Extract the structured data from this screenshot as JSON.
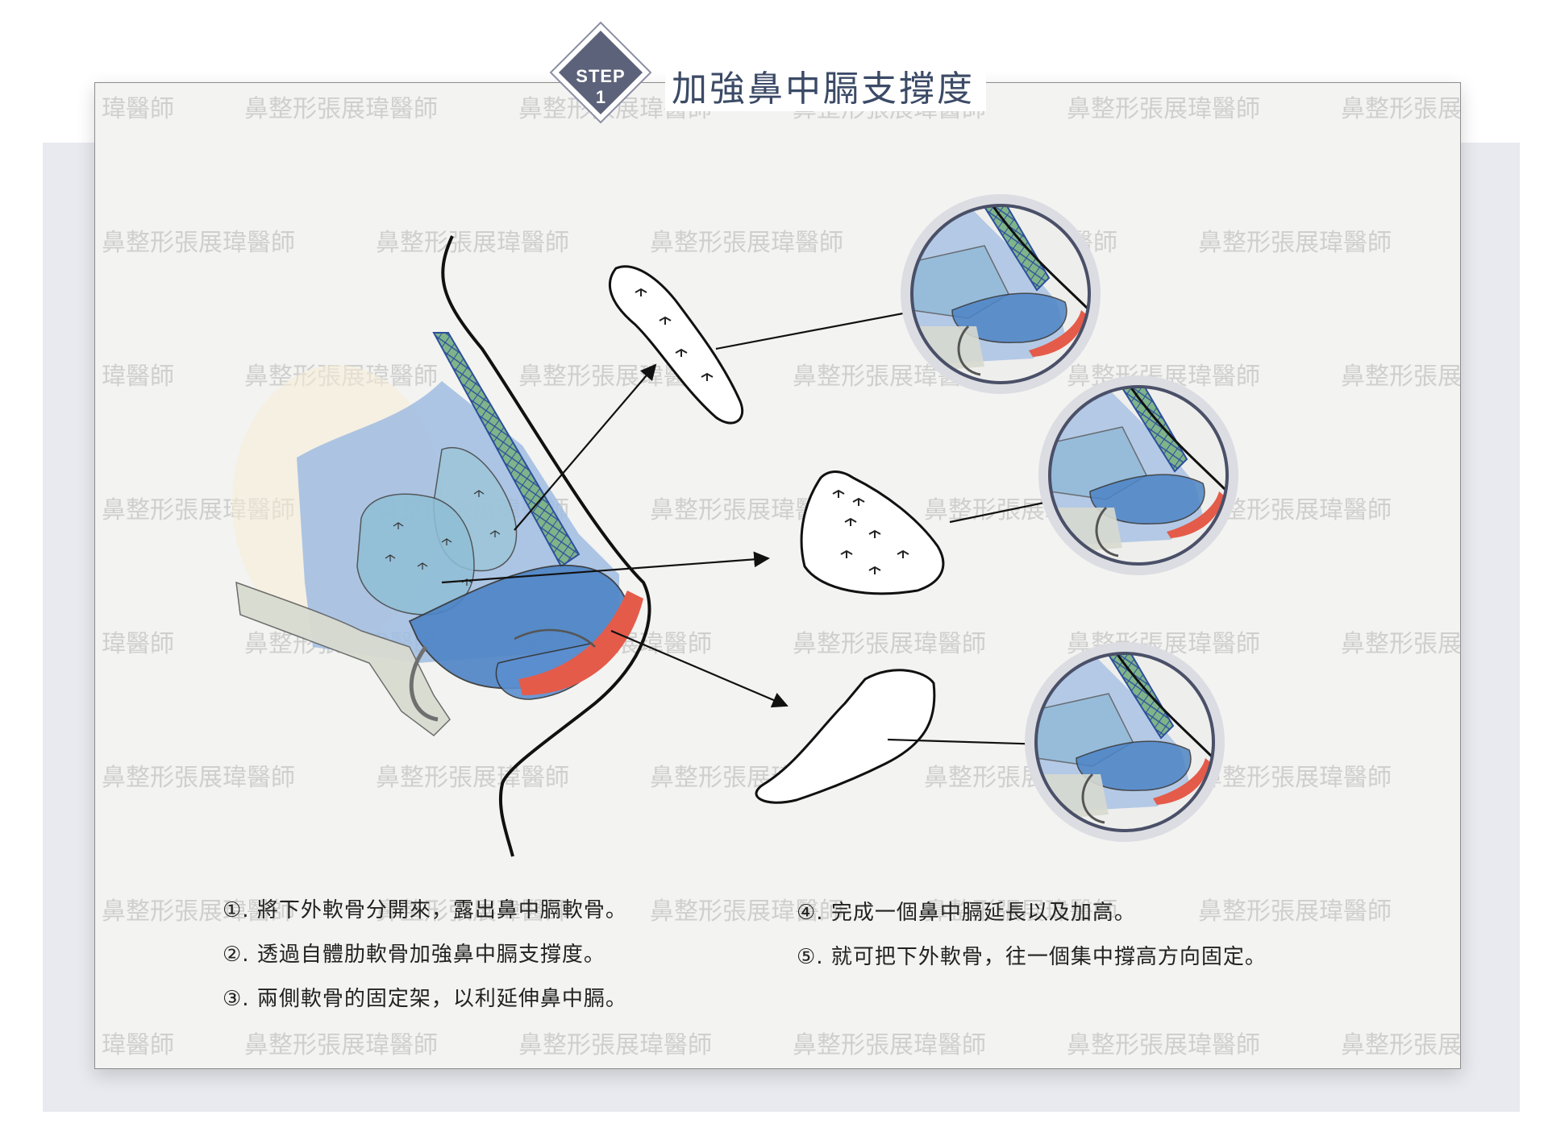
{
  "header": {
    "step_word": "STEP",
    "step_number": "1",
    "title": "加強鼻中膈支撐度"
  },
  "watermark": {
    "text": "鼻整形張展瑋醫師"
  },
  "colors": {
    "badge_fill": "#5c627a",
    "title_text": "#3b4a66",
    "hatch": "#2d4f9c",
    "cartilage_blue": "#4d84c6",
    "tissue_red": "#e45b4a",
    "inset_ring": "#4a5068"
  },
  "steps_left": [
    "①. 將下外軟骨分開來，露出鼻中膈軟骨。",
    "②. 透過自體肋軟骨加強鼻中膈支撐度。",
    "③. 兩側軟骨的固定架，以利延伸鼻中膈。"
  ],
  "steps_right": [
    "④. 完成一個鼻中膈延長以及加高。",
    "⑤. 就可把下外軟骨，往一個集中撐高方向固定。"
  ]
}
